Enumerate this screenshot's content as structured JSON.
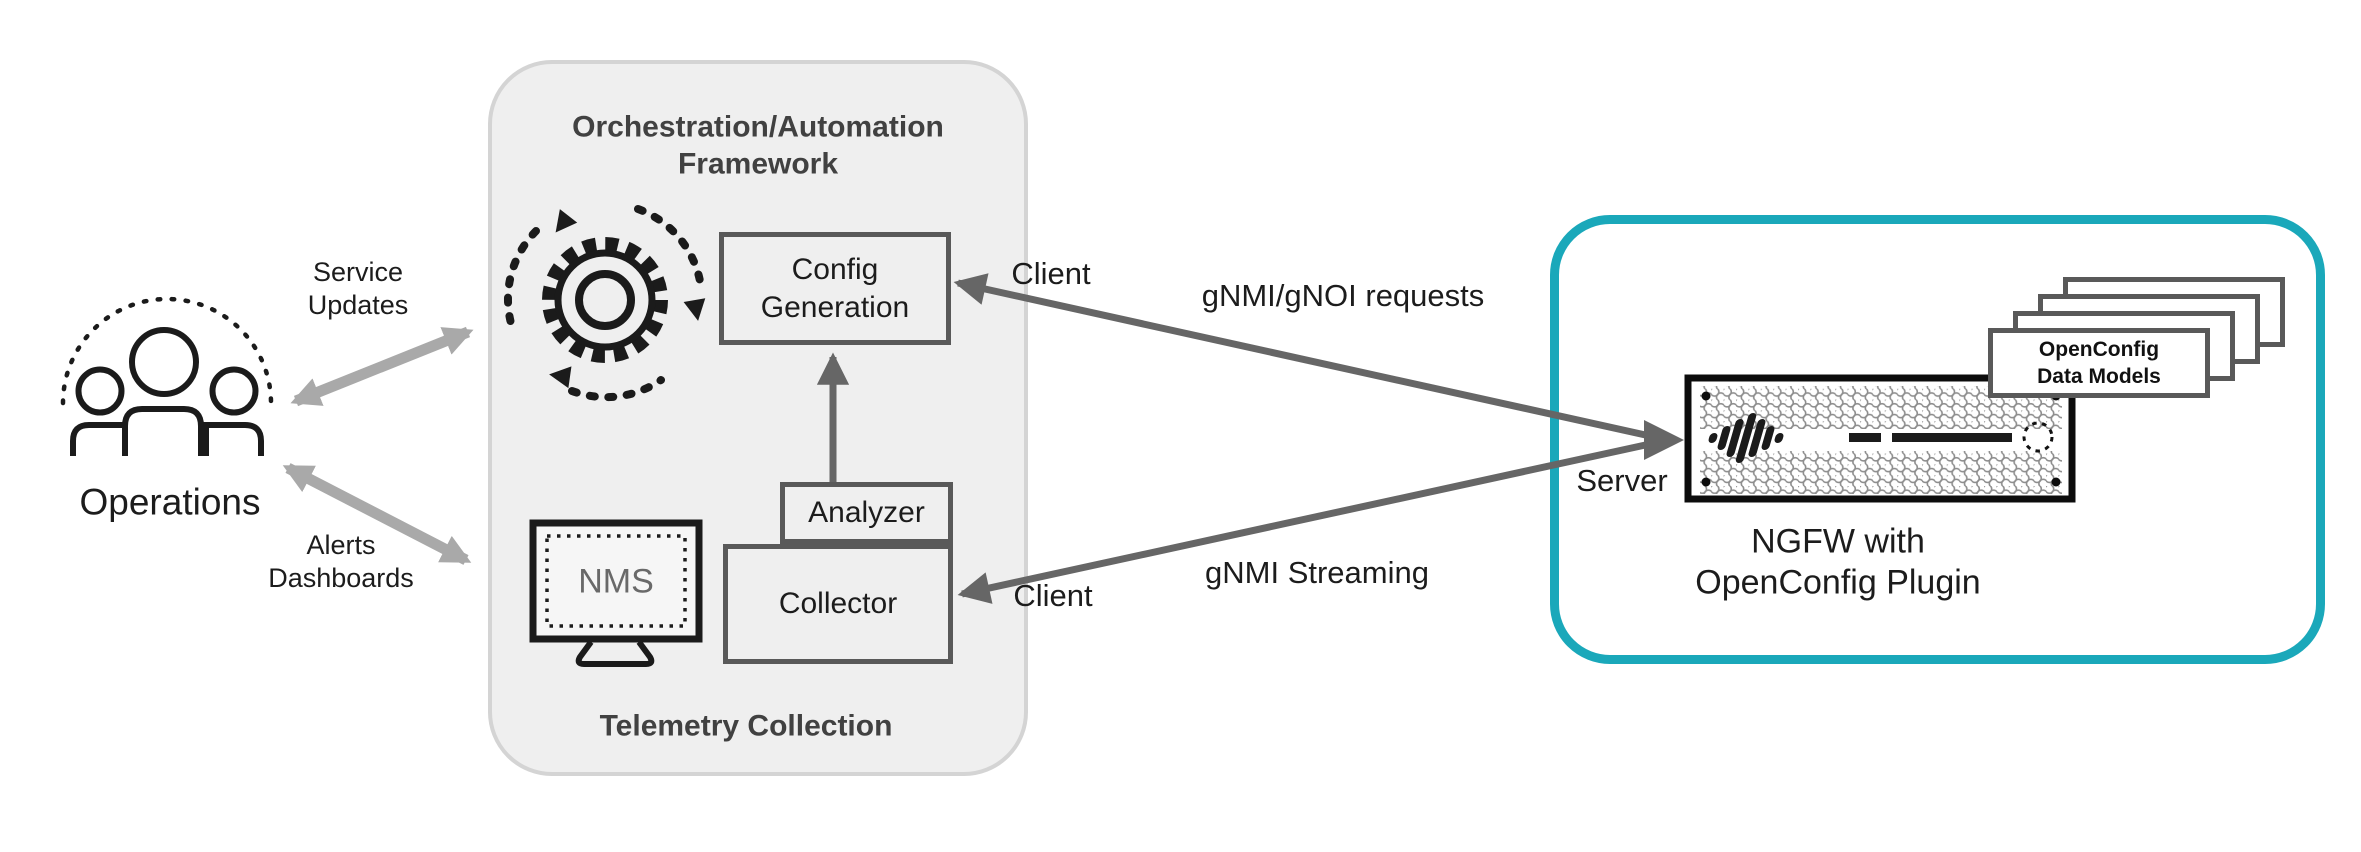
{
  "diagram": {
    "operations": {
      "label": "Operations",
      "service_updates_line1": "Service",
      "service_updates_line2": "Updates",
      "alerts_line1": "Alerts",
      "alerts_line2": "Dashboards"
    },
    "framework": {
      "title_line1": "Orchestration/Automation",
      "title_line2": "Framework",
      "config_line1": "Config",
      "config_line2": "Generation",
      "analyzer": "Analyzer",
      "collector": "Collector",
      "nms": "NMS",
      "footer": "Telemetry Collection"
    },
    "links": {
      "client_top": "Client",
      "client_bottom": "Client",
      "server": "Server",
      "requests": "gNMI/gNOI requests",
      "streaming": "gNMI Streaming"
    },
    "ngfw": {
      "title_line1": "NGFW with",
      "title_line2": "OpenConfig Plugin",
      "stack_line1": "OpenConfig",
      "stack_line2": "Data Models"
    },
    "colors": {
      "teal": "#1aa8ba",
      "frame_fill": "#efefef",
      "frame_border": "#d4d4d4",
      "box_border": "#595959",
      "dark_arrow": "#666666",
      "light_arrow": "#a9a9a9",
      "icon_ink": "#1b1b1b",
      "title_text": "#414141",
      "body_text": "#1c1c1c",
      "nms_text": "#696969"
    }
  }
}
